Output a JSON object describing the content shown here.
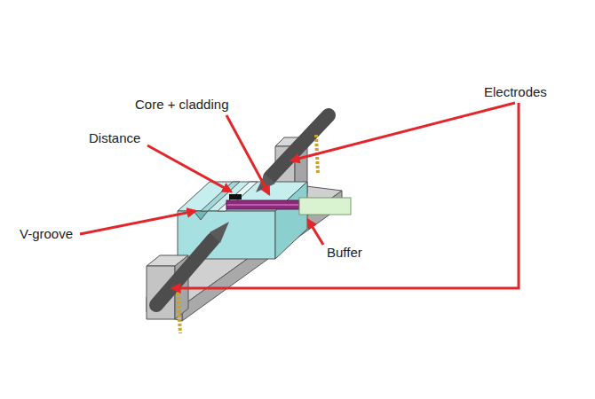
{
  "diagram": {
    "labels": [
      "Electrodes",
      "Core + cladding",
      "Distance",
      "V-groove",
      "Buffer"
    ]
  }
}
